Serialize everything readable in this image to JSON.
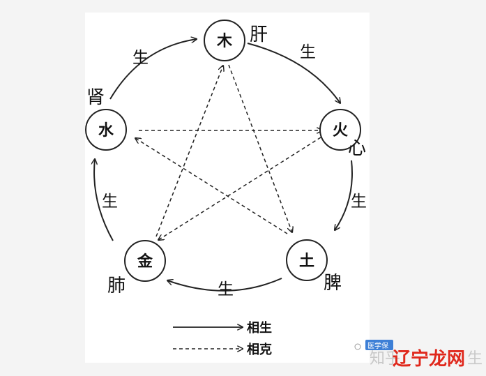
{
  "elements": {
    "wood": {
      "char": "木",
      "organ": "肝"
    },
    "fire": {
      "char": "火",
      "organ": "心"
    },
    "earth": {
      "char": "土",
      "organ": "脾"
    },
    "metal": {
      "char": "金",
      "organ": "肺"
    },
    "water": {
      "char": "水",
      "organ": "肾"
    }
  },
  "generating_label": "生",
  "legend": {
    "generating": "相生",
    "overcoming": "相克"
  },
  "watermark": {
    "badge": "医学保",
    "faint_left": "知乎",
    "brand": "辽宁龙网",
    "faint_right": "生"
  }
}
